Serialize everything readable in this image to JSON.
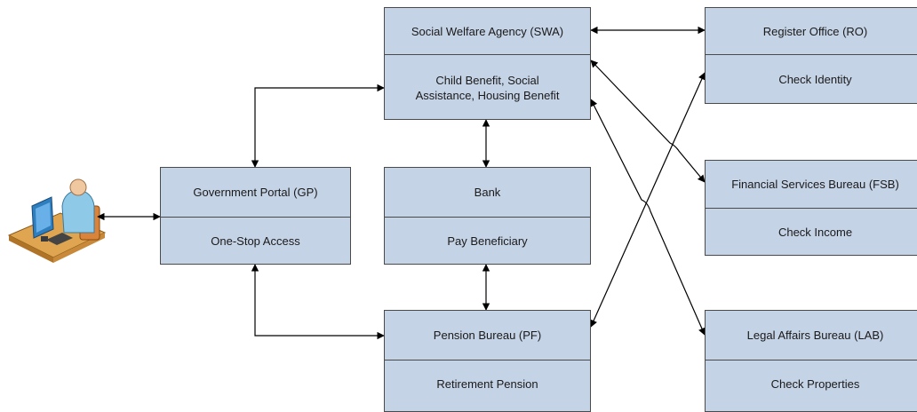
{
  "diagram": {
    "user": {
      "icon": "user-at-computer-icon"
    },
    "nodes": {
      "gp": {
        "title": "Government Portal (GP)",
        "subtitle": "One-Stop Access"
      },
      "swa": {
        "title": "Social Welfare Agency (SWA)",
        "subtitle": "Child Benefit, Social Assistance, Housing Benefit"
      },
      "bank": {
        "title": "Bank",
        "subtitle": "Pay Beneficiary"
      },
      "pf": {
        "title": "Pension Bureau (PF)",
        "subtitle": "Retirement Pension"
      },
      "ro": {
        "title": "Register Office (RO)",
        "subtitle": "Check Identity"
      },
      "fsb": {
        "title": "Financial Services Bureau (FSB)",
        "subtitle": "Check Income"
      },
      "lab": {
        "title": "Legal Affairs Bureau (LAB)",
        "subtitle": "Check Properties"
      }
    },
    "connectors": [
      {
        "from": "user",
        "to": "gp",
        "type": "bidirectional"
      },
      {
        "from": "gp",
        "to": "swa",
        "type": "bidirectional"
      },
      {
        "from": "gp",
        "to": "pf",
        "type": "bidirectional"
      },
      {
        "from": "swa",
        "to": "bank",
        "type": "bidirectional"
      },
      {
        "from": "bank",
        "to": "pf",
        "type": "bidirectional"
      },
      {
        "from": "swa",
        "to": "ro",
        "type": "bidirectional"
      },
      {
        "from": "swa",
        "to": "fsb",
        "type": "bidirectional"
      },
      {
        "from": "swa",
        "to": "lab",
        "type": "bidirectional"
      },
      {
        "from": "pf",
        "to": "ro",
        "type": "bidirectional"
      }
    ],
    "colors": {
      "box_fill": "#c5d3e6",
      "box_border": "#4a4a4a",
      "line": "#000000"
    }
  }
}
